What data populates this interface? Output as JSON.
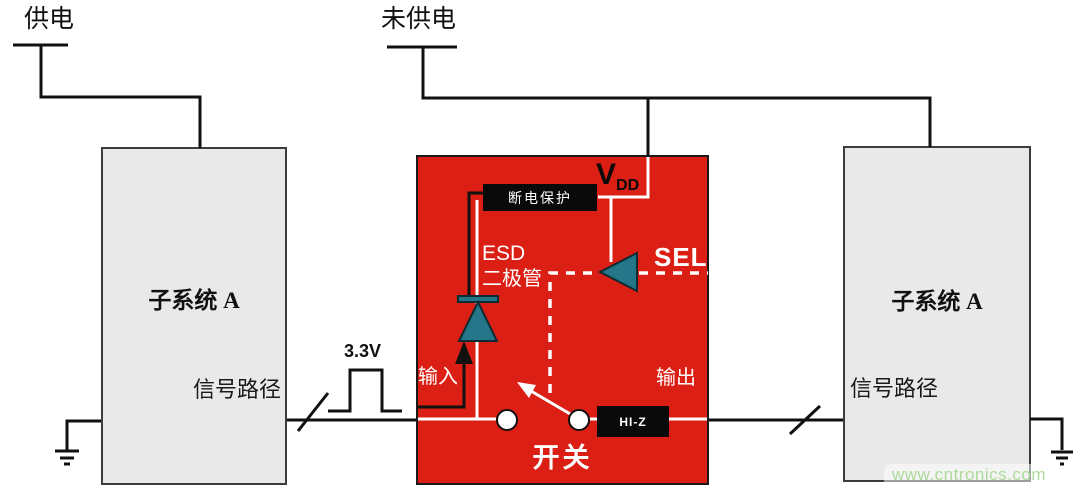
{
  "rails": {
    "powered_label": "供电",
    "unpowered_label": "未供电"
  },
  "subsystems": {
    "left": {
      "name": "子系统 A",
      "signal_path": "信号路径"
    },
    "right": {
      "name": "子系统 A",
      "signal_path": "信号路径"
    }
  },
  "signal": {
    "voltage": "3.3V"
  },
  "switch_ic": {
    "label": "开关",
    "protection_label": "断电保护",
    "vdd": {
      "v": "V",
      "sub": "DD"
    },
    "sel_label": "SEL",
    "esd_label_line1": "ESD",
    "esd_label_line2": "二极管",
    "input_label": "输入",
    "output_label": "输出",
    "hiz_label": "HI-Z"
  },
  "watermark": "www.cntronics.com",
  "colors": {
    "ic_red": "#DC1F14",
    "diode_teal": "#26768A",
    "box_fill": "#E9E9E9",
    "box_border": "#3C3C3C",
    "wire": "#111111",
    "watermark_green": "#AEDB9B"
  }
}
